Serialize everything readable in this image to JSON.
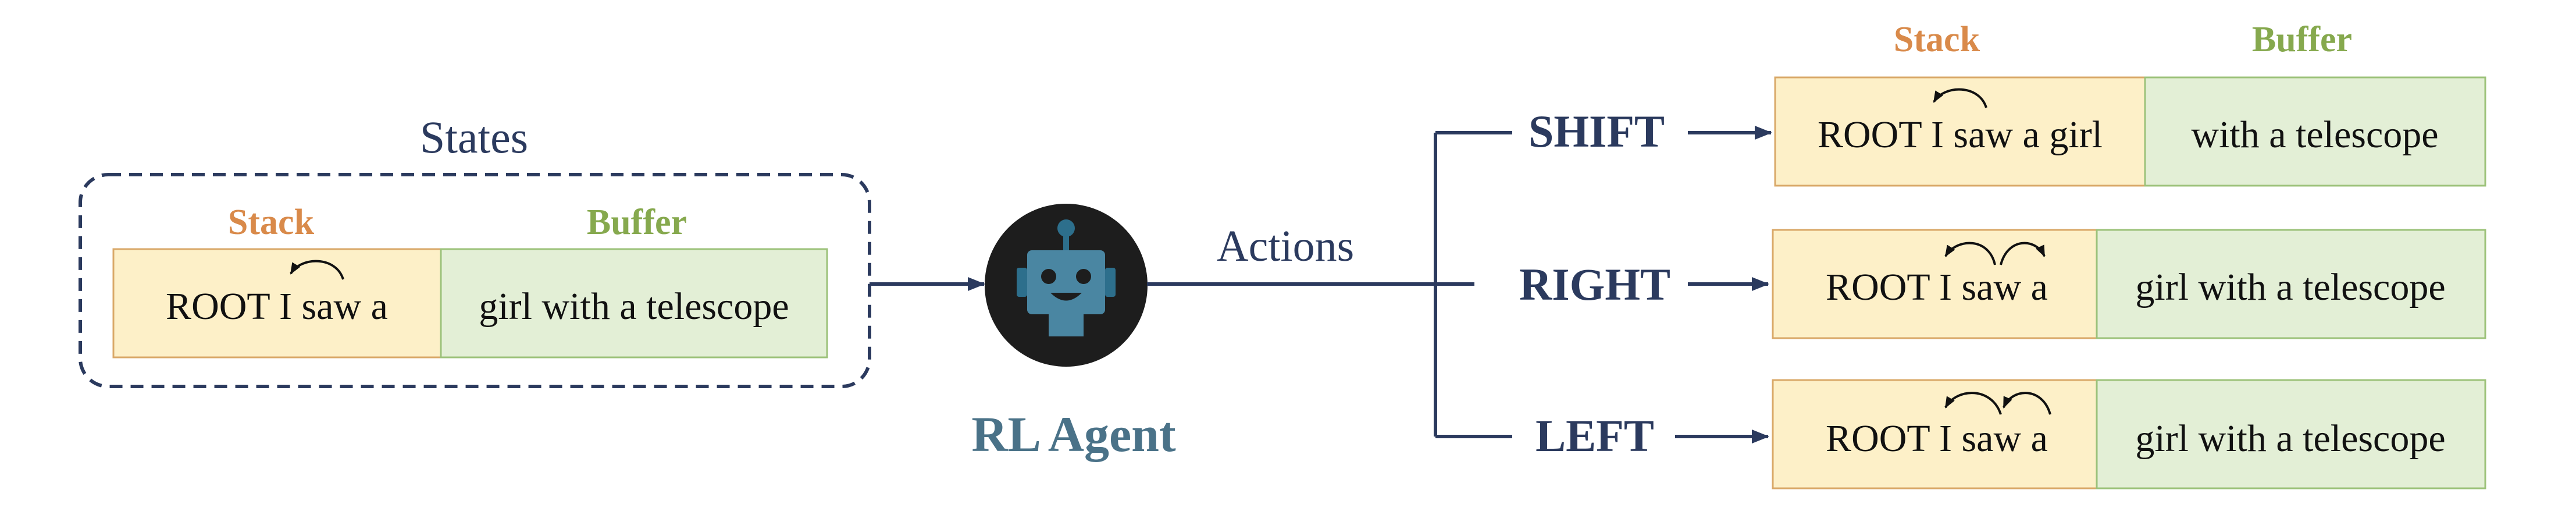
{
  "colors": {
    "navy": "#2b3a5e",
    "stack_label": "#d98a4a",
    "buffer_label": "#86a94e",
    "stack_fill": "#fdf0c8",
    "buffer_fill": "#e3efd6",
    "agent_title": "#4a7288"
  },
  "states": {
    "title": "States",
    "stack_label": "Stack",
    "buffer_label": "Buffer",
    "stack_text": "ROOT I saw a",
    "buffer_text": "girl with a telescope"
  },
  "agent": {
    "label": "RL Agent",
    "icon": "robot-icon"
  },
  "actions_label": "Actions",
  "outcomes": [
    {
      "action": "SHIFT",
      "stack_label": "Stack",
      "buffer_label": "Buffer",
      "stack_text": "ROOT I saw a girl",
      "buffer_text": "with a telescope"
    },
    {
      "action": "RIGHT",
      "stack_text": "ROOT I saw a",
      "buffer_text": "girl with a telescope"
    },
    {
      "action": "LEFT",
      "stack_text": "ROOT I saw a",
      "buffer_text": "girl with a telescope"
    }
  ]
}
